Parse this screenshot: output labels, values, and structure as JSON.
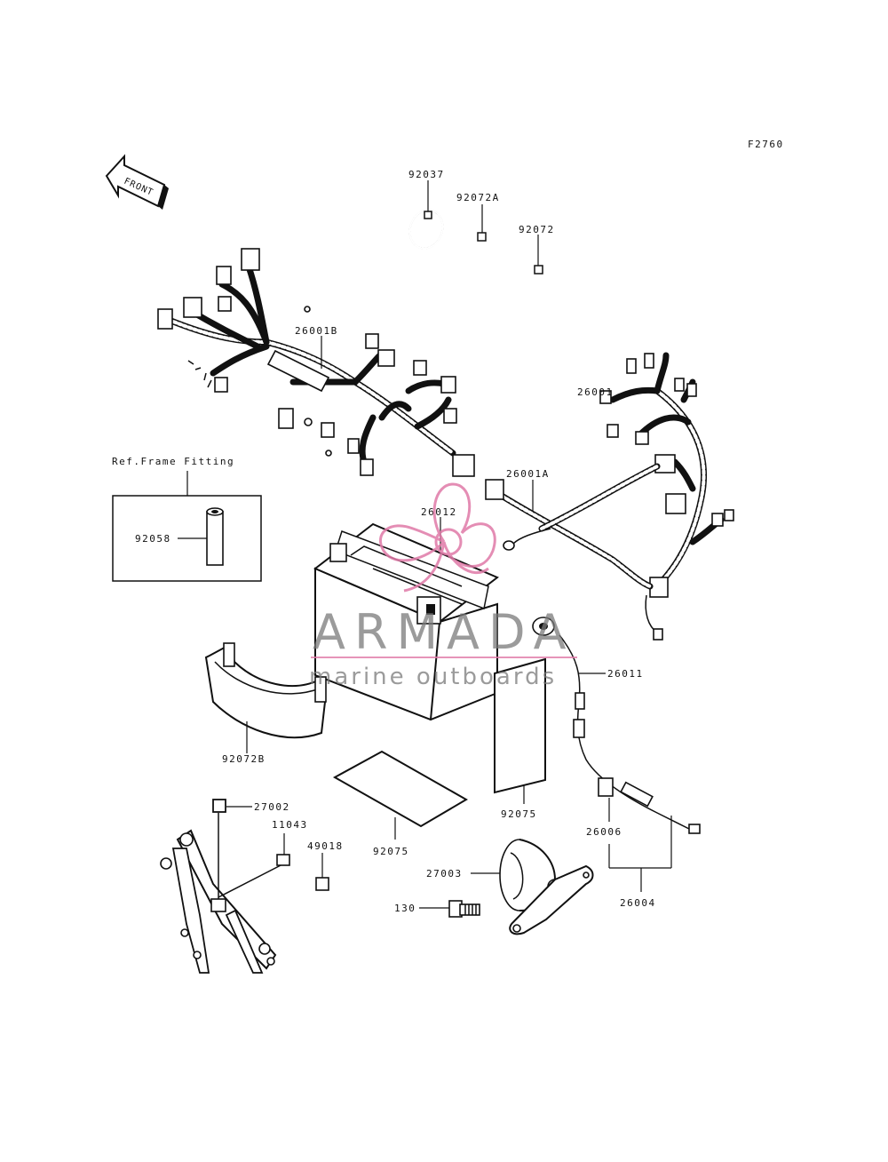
{
  "figure_code": "F2760",
  "front_label": "FRONT",
  "ref_box_title": "Ref.Frame Fitting",
  "watermark": {
    "brand": "ARMADA",
    "tagline": "marine outboards",
    "logo_color": "#e07aa8",
    "text_color": "#7a7a7a"
  },
  "parts": {
    "p92037": "92037",
    "p92072A": "92072A",
    "p92072": "92072",
    "p26001B": "26001B",
    "p26001": "26001",
    "p26001A": "26001A",
    "p26012": "26012",
    "p92058": "92058",
    "p26011": "26011",
    "p92072B": "92072B",
    "p27002": "27002",
    "p11043": "11043",
    "p49018": "49018",
    "p92075a": "92075",
    "p92075b": "92075",
    "p26006": "26006",
    "p27003": "27003",
    "p130": "130",
    "p26004": "26004"
  }
}
